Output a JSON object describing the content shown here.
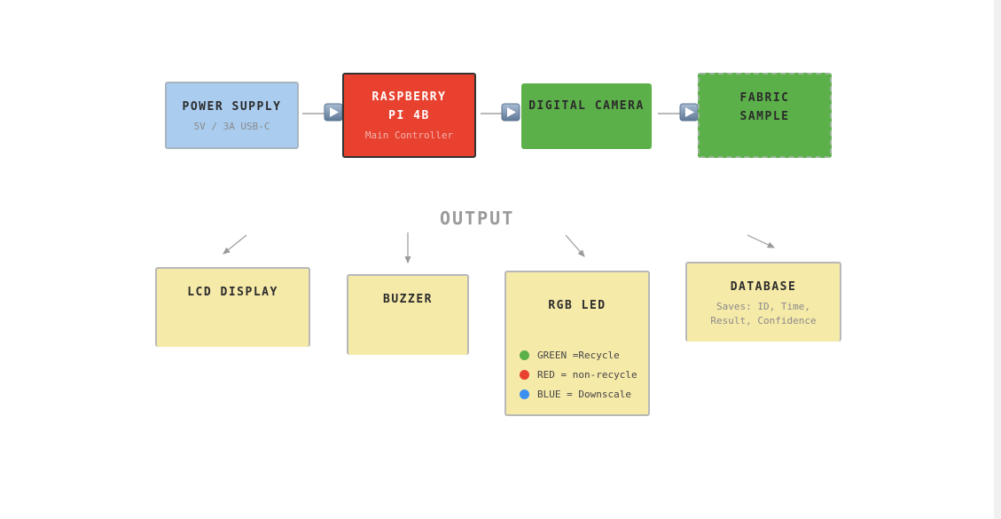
{
  "nodes": {
    "power": {
      "title": "POWER SUPPLY",
      "subtitle": "5V / 3A USB-C"
    },
    "pi": {
      "title_line1": "RASPBERRY",
      "title_line2": "PI 4B",
      "subtitle": "Main Controller"
    },
    "camera": {
      "title": "DIGITAL CAMERA"
    },
    "fabric": {
      "title_line1": "FABRIC",
      "title_line2": "SAMPLE"
    }
  },
  "output": {
    "label": "OUTPUT",
    "lcd": {
      "title": "LCD DISPLAY"
    },
    "buzzer": {
      "title": "BUZZER"
    },
    "rgb": {
      "title": "RGB LED",
      "legend": [
        {
          "text": "GREEN =Recycle",
          "color": "#5cb04a"
        },
        {
          "text": "RED = non-recycle",
          "color": "#e8412f"
        },
        {
          "text": "BLUE = Downscale",
          "color": "#3b8ff0"
        }
      ]
    },
    "database": {
      "title": "DATABASE",
      "subtitle": "Saves: ID, Time, Result, Confidence"
    }
  },
  "colors": {
    "power": "#a9ccef",
    "controller": "#e8412f",
    "camera": "#5cb04a",
    "fabric": "#5cb04a",
    "output": "#f6eaa9",
    "arrow_button": "#7f97b2"
  }
}
